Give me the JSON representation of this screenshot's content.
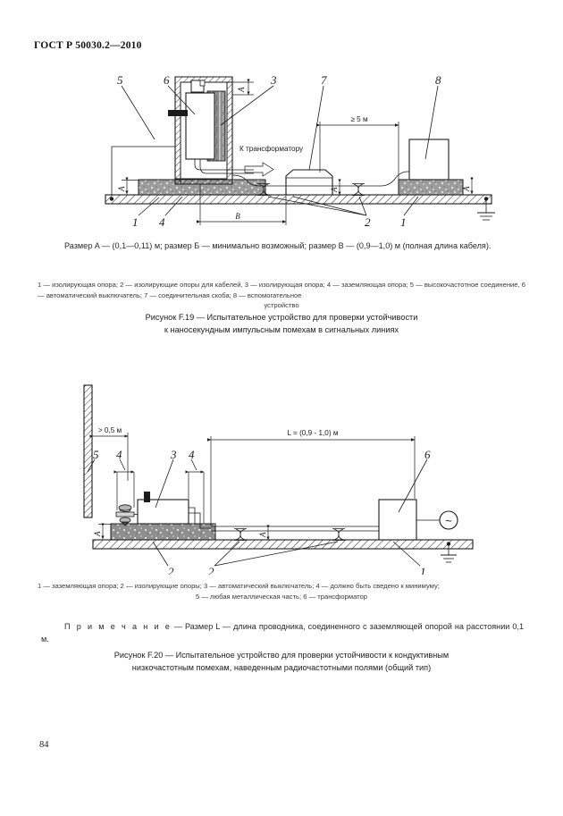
{
  "document": {
    "standard_header": "ГОСТ Р 50030.2—2010",
    "page_number": "84"
  },
  "figure19": {
    "callouts": [
      "5",
      "6",
      "3",
      "7",
      "8",
      "1",
      "4",
      "2",
      "1"
    ],
    "text_to_transformer": "К трансформатору",
    "dim_distance": "≥ 5 м",
    "dim_a_left": "A",
    "dim_a_mid": "A",
    "dim_a_right": "A",
    "dim_a_top": "A",
    "dim_b": "В",
    "callout_5": "5",
    "callout_6": "6",
    "callout_3": "3",
    "callout_7": "7",
    "callout_8": "8",
    "callout_1_left": "1",
    "callout_4": "4",
    "callout_2": "2",
    "callout_1_right": "1",
    "dimension_note": "Размер A — (0,1—0,11) м;  размер Б — минимально  возможный;  размер В — (0,9—1,0) м (полная длина кабеля).",
    "dimension_note_prefix": "Размер ",
    "legend": "1 —  изолирующая опора; 2 — изолирующие опоры для кабелей, 3 —  изолирующая опора; 4 —  заземляющая опора; 5 — высокочастотное   соединение,   6  —   автоматический   выключатель;   7 — соединительная  скоба; 8 — вспомогательное",
    "legend_last_line": "устройство",
    "caption_line1": "Рисунок F.19 — Испытательное устройство для проверки устойчивости",
    "caption_line2": "к наносекундным импульсным помехам в сигнальных линиях"
  },
  "figure20": {
    "dim_wall_clearance": "> 0,5 м",
    "dim_length": "L = (0,9 - 1,0) м",
    "dim_a_left": "A",
    "dim_a_mid": "A",
    "callout_5": "5",
    "callout_4_left": "4",
    "callout_3": "3",
    "callout_4_right": "4",
    "callout_6": "6",
    "callout_2_left": "2",
    "callout_2_mid": "2",
    "callout_1": "1",
    "source_symbol": "~",
    "legend_line1": "1 — заземляющая опора; 2 — изолирующие опоры; 3 — автоматический выключатель; 4 — должно быть сведено к минимуму;",
    "legend_line2": "5 — любая металлическая часть; 6 — трансформатор",
    "note_word": "П р и м е ч а н и е",
    "note_body": " — Размер L — длина  проводника,  соединенного с заземляющей опорой на расстоянии 0,1 м.",
    "caption_line1": "Рисунок F.20 — Испытательное устройство для проверки устойчивости к кондуктивным",
    "caption_line2": "низкочастотным помехам, наведенным радиочастотными полями (общий тип)"
  },
  "colors": {
    "ink": "#1c1c1c",
    "paper": "#fefefe",
    "hatch": "#3a3a3a",
    "speckle_fill": "#9a9a9a",
    "gray_fill": "#8c8c8c"
  }
}
